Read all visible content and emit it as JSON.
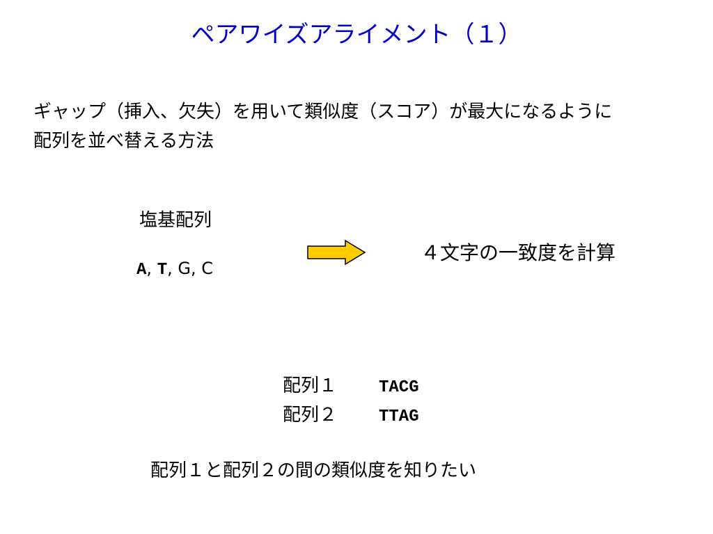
{
  "title": "ペアワイズアライメント（１）",
  "description": {
    "line1": "ギャップ（挿入、欠失）を用いて類似度（スコア）が最大になるように",
    "line2": "配列を並べ替える方法"
  },
  "bases": {
    "label": "塩基配列",
    "letters": [
      "A",
      "T",
      "G",
      "C"
    ],
    "separator": ","
  },
  "conclusion": "４文字の一致度を計算",
  "sequences": [
    {
      "label": "配列１",
      "value": "TACG"
    },
    {
      "label": "配列２",
      "value": "TTAG"
    }
  ],
  "question": "配列１と配列２の間の類似度を知りたい",
  "colors": {
    "title": "#0000cc",
    "arrow_fill": "#ffcc00",
    "arrow_stroke": "#000000"
  },
  "icons": {
    "arrow": "right-arrow-icon"
  }
}
